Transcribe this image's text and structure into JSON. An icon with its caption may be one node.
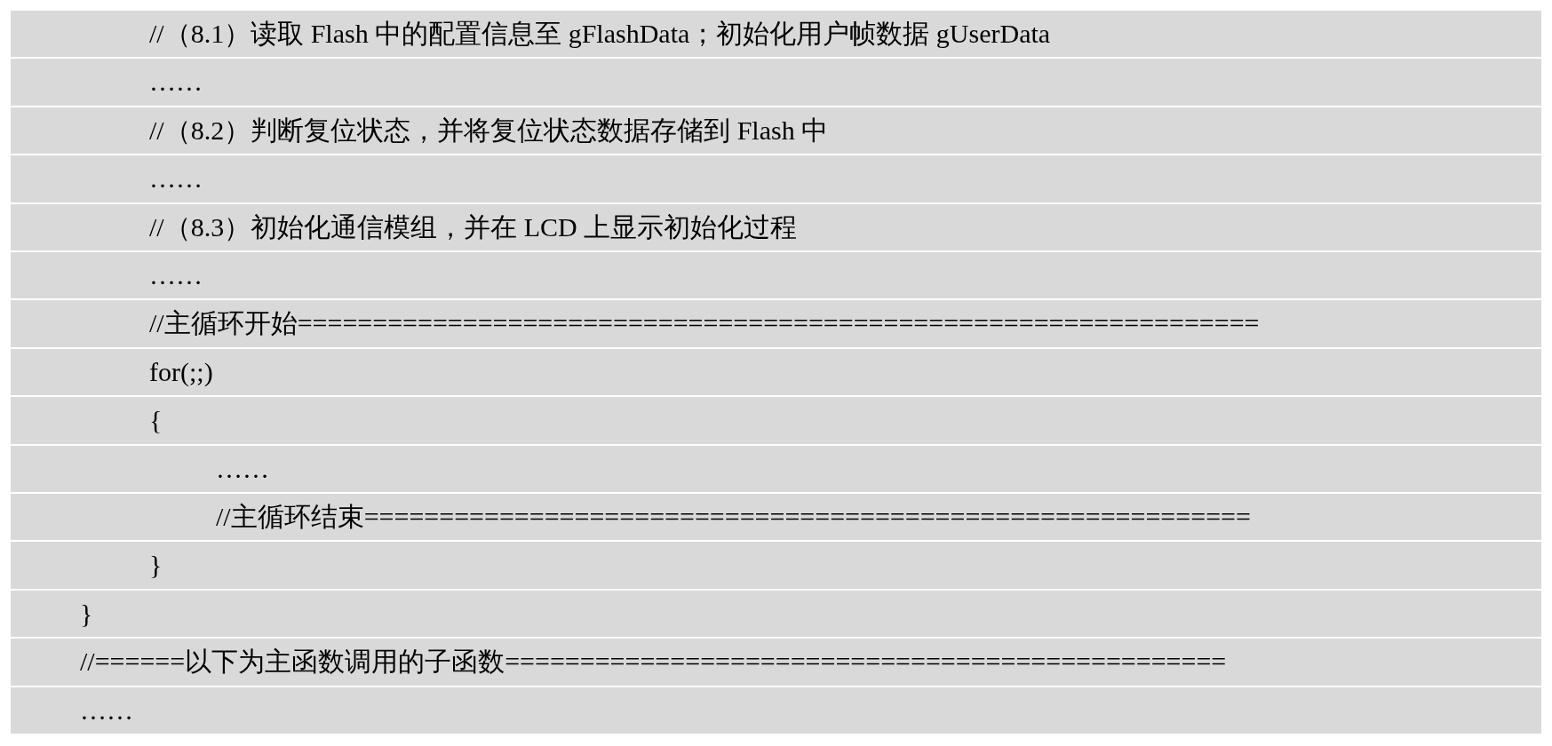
{
  "diagram": {
    "labels": [
      "//（8.1）读取 Flash 中的配置信息至 gFlashData；初始化用户帧数据 gUserData",
      "……",
      "//（8.2）判断复位状态，并将复位状态数据存储到 Flash 中",
      "……",
      "//（8.3）初始化通信模组，并在 LCD 上显示初始化过程",
      "……",
      "//主循环开始================================================================",
      "for(;;)",
      "{",
      "……",
      "//主循环结束===========================================================",
      "}",
      "}",
      "//======以下为主函数调用的子函数================================================",
      "……"
    ]
  }
}
